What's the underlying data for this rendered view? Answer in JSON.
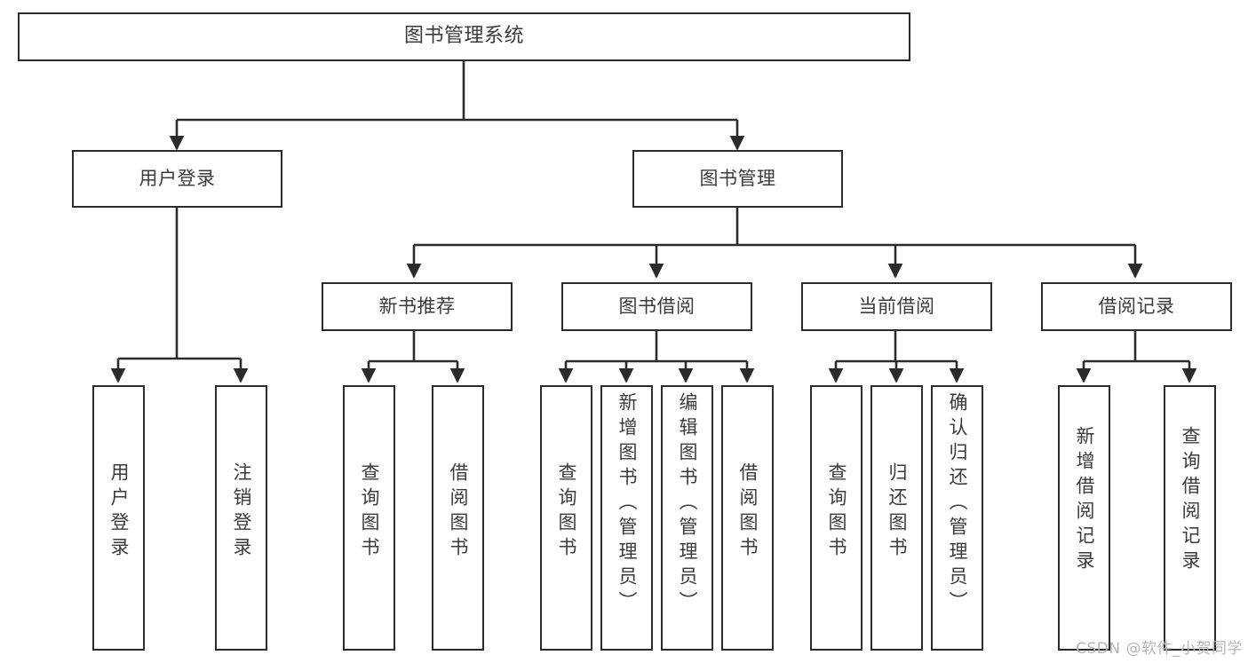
{
  "diagram": {
    "title": "图书管理系统",
    "type": "tree",
    "watermark": "CSDN @软件_小贺同学",
    "colors": {
      "border": "#2b2b2b",
      "text": "#3b3b3b",
      "background": "#ffffff",
      "watermark": "#b6b6b6"
    },
    "nodes": {
      "root": {
        "label": "图书管理系统"
      },
      "level1": [
        {
          "label": "用户登录"
        },
        {
          "label": "图书管理"
        }
      ],
      "level2": [
        {
          "label": "新书推荐"
        },
        {
          "label": "图书借阅"
        },
        {
          "label": "当前借阅"
        },
        {
          "label": "借阅记录"
        }
      ],
      "leaves": {
        "user_login": [
          {
            "label": "用户登录"
          },
          {
            "label": "注销登录"
          }
        ],
        "new_book": [
          {
            "label": "查询图书"
          },
          {
            "label": "借阅图书"
          }
        ],
        "book_borrow": [
          {
            "label": "查询图书"
          },
          {
            "label": "新增图书（管理员）"
          },
          {
            "label": "编辑图书（管理员）"
          },
          {
            "label": "借阅图书"
          }
        ],
        "current_borrow": [
          {
            "label": "查询图书"
          },
          {
            "label": "归还图书"
          },
          {
            "label": "确认归还（管理员）"
          }
        ],
        "borrow_record": [
          {
            "label": "新增借阅记录"
          },
          {
            "label": "查询借阅记录"
          }
        ]
      }
    }
  }
}
